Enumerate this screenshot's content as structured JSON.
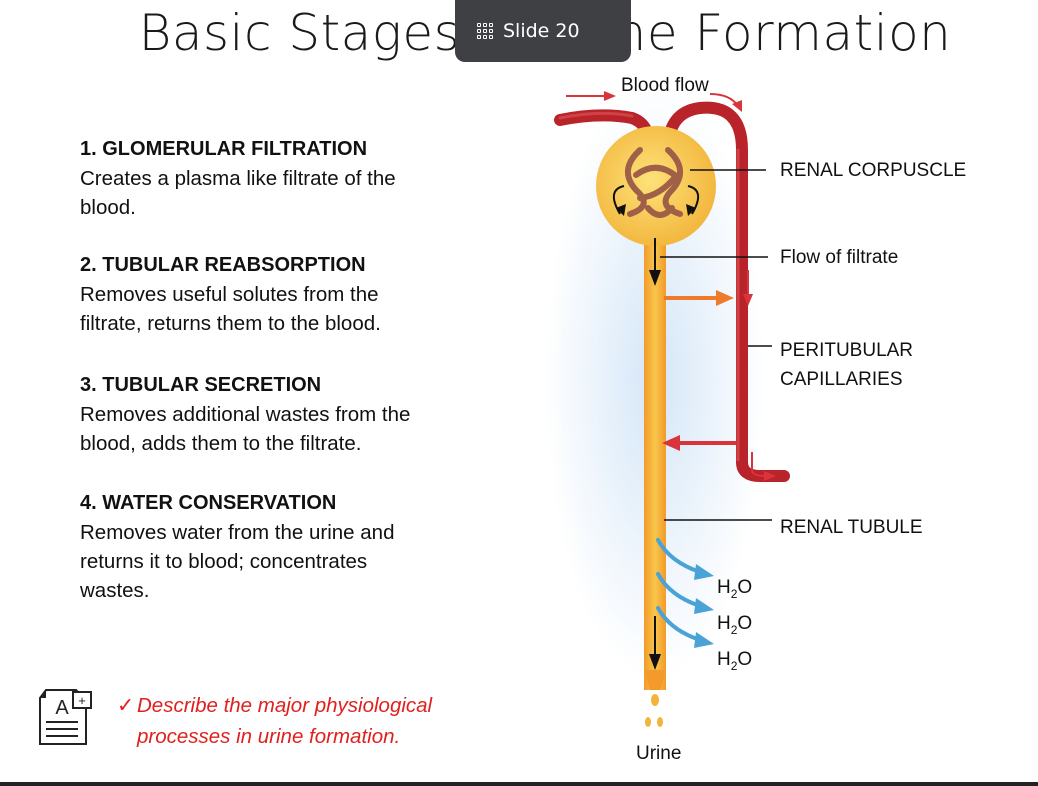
{
  "title": "Basic Stages of Urine Formation",
  "overlay": {
    "label": "Slide 20",
    "icon": "grid-icon"
  },
  "stages": [
    {
      "heading": "1. GLOMERULAR FILTRATION",
      "lines": [
        "Creates a plasma like filtrate of the",
        "blood."
      ]
    },
    {
      "heading": "2. TUBULAR REABSORPTION",
      "lines": [
        "Removes useful solutes from the",
        "filtrate, returns them to the blood."
      ]
    },
    {
      "heading": "3. TUBULAR SECRETION",
      "lines": [
        "Removes additional wastes from the",
        "blood, adds them to the filtrate."
      ]
    },
    {
      "heading": "4. WATER CONSERVATION",
      "lines": [
        "Removes water from the urine and",
        "returns it to blood; concentrates",
        "wastes."
      ]
    }
  ],
  "objective": {
    "icon": "grade-a-plus-document-icon",
    "check": "✓",
    "lines": [
      "Describe the major physiological",
      "processes in urine formation."
    ]
  },
  "diagram": {
    "labels": {
      "blood_flow": "Blood flow",
      "renal_corpuscle": "RENAL CORPUSCLE",
      "flow_of_filtrate": "Flow of filtrate",
      "peritubular_1": "PERITUBULAR",
      "peritubular_2": "CAPILLARIES",
      "renal_tubule": "RENAL TUBULE",
      "urine": "Urine",
      "water": "H",
      "water_sub": "2",
      "water_o": "O"
    },
    "colors": {
      "vessel": "#b8242a",
      "tubule": "#f2b43a",
      "reabsorption_arrow": "#ee7a2a",
      "secretion_arrow": "#d9343a",
      "water_arrow": "#4aa3d6",
      "glow": "#cfe3f7"
    }
  }
}
